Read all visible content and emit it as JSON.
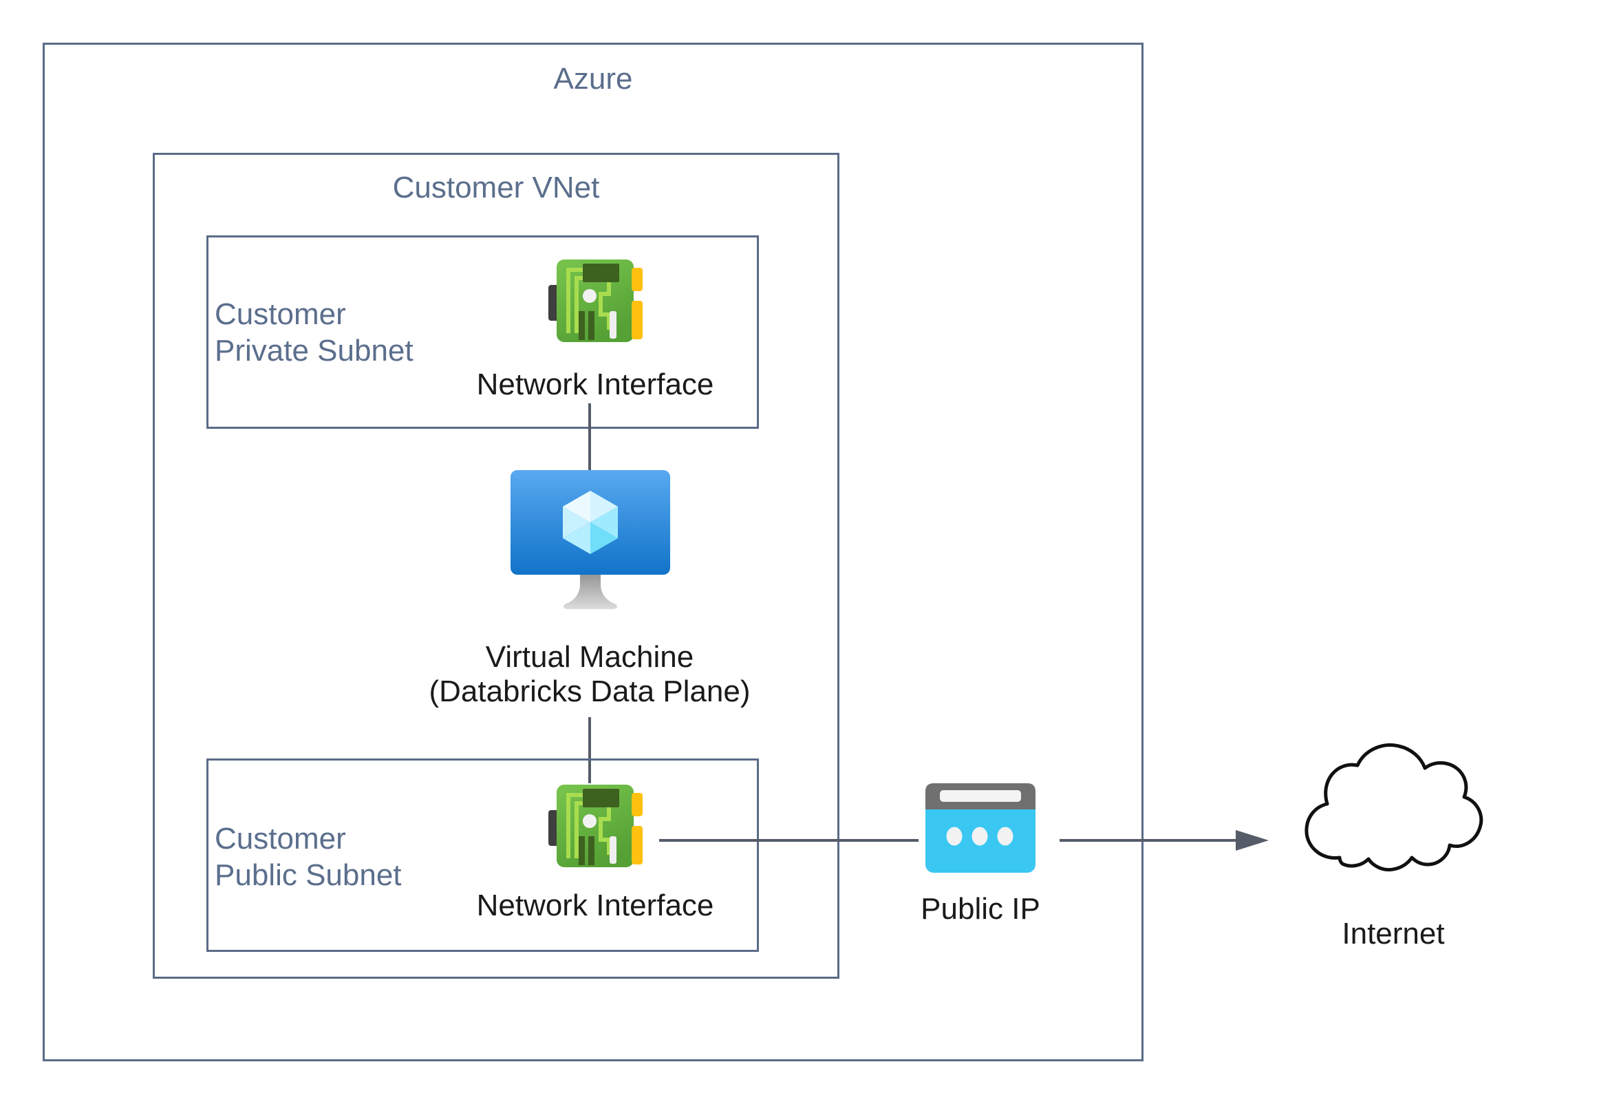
{
  "diagram": {
    "azure_box": {
      "label": "Azure"
    },
    "vnet_box": {
      "label": "Customer VNet"
    },
    "private_subnet_box": {
      "label_line1": "Customer",
      "label_line2": "Private Subnet"
    },
    "private_nic": {
      "label": "Network Interface",
      "icon": "network-interface-icon"
    },
    "vm": {
      "label_line1": "Virtual Machine",
      "label_line2": "(Databricks Data Plane)",
      "icon": "virtual-machine-icon"
    },
    "public_subnet_box": {
      "label_line1": "Customer",
      "label_line2": "Public Subnet"
    },
    "public_nic": {
      "label": "Network Interface",
      "icon": "network-interface-icon"
    },
    "public_ip": {
      "label": "Public IP",
      "icon": "public-ip-icon"
    },
    "internet": {
      "label": "Internet",
      "icon": "internet-cloud-icon"
    },
    "icons": {
      "network-interface-icon": "green circuit card with yellow connectors",
      "virtual-machine-icon": "blue monitor with light-blue cube",
      "public-ip-icon": "cyan browser window with three dots",
      "internet-cloud-icon": "outlined cloud"
    },
    "colors": {
      "box_border": "#5A6B87",
      "box_title_text": "#5B6E8C",
      "connector": "#545C68",
      "node_label_text": "#1A1A1A",
      "nic_green_top": "#74C24A",
      "nic_green_bottom": "#55A135",
      "nic_yellow": "#FFC010",
      "nic_dark_green": "#3D611F",
      "vm_blue_top": "#58A9F1",
      "vm_blue_bottom": "#1273C8",
      "public_ip_cyan": "#3AC7F2",
      "public_ip_gray": "#707070",
      "cloud_outline": "#111111"
    }
  }
}
